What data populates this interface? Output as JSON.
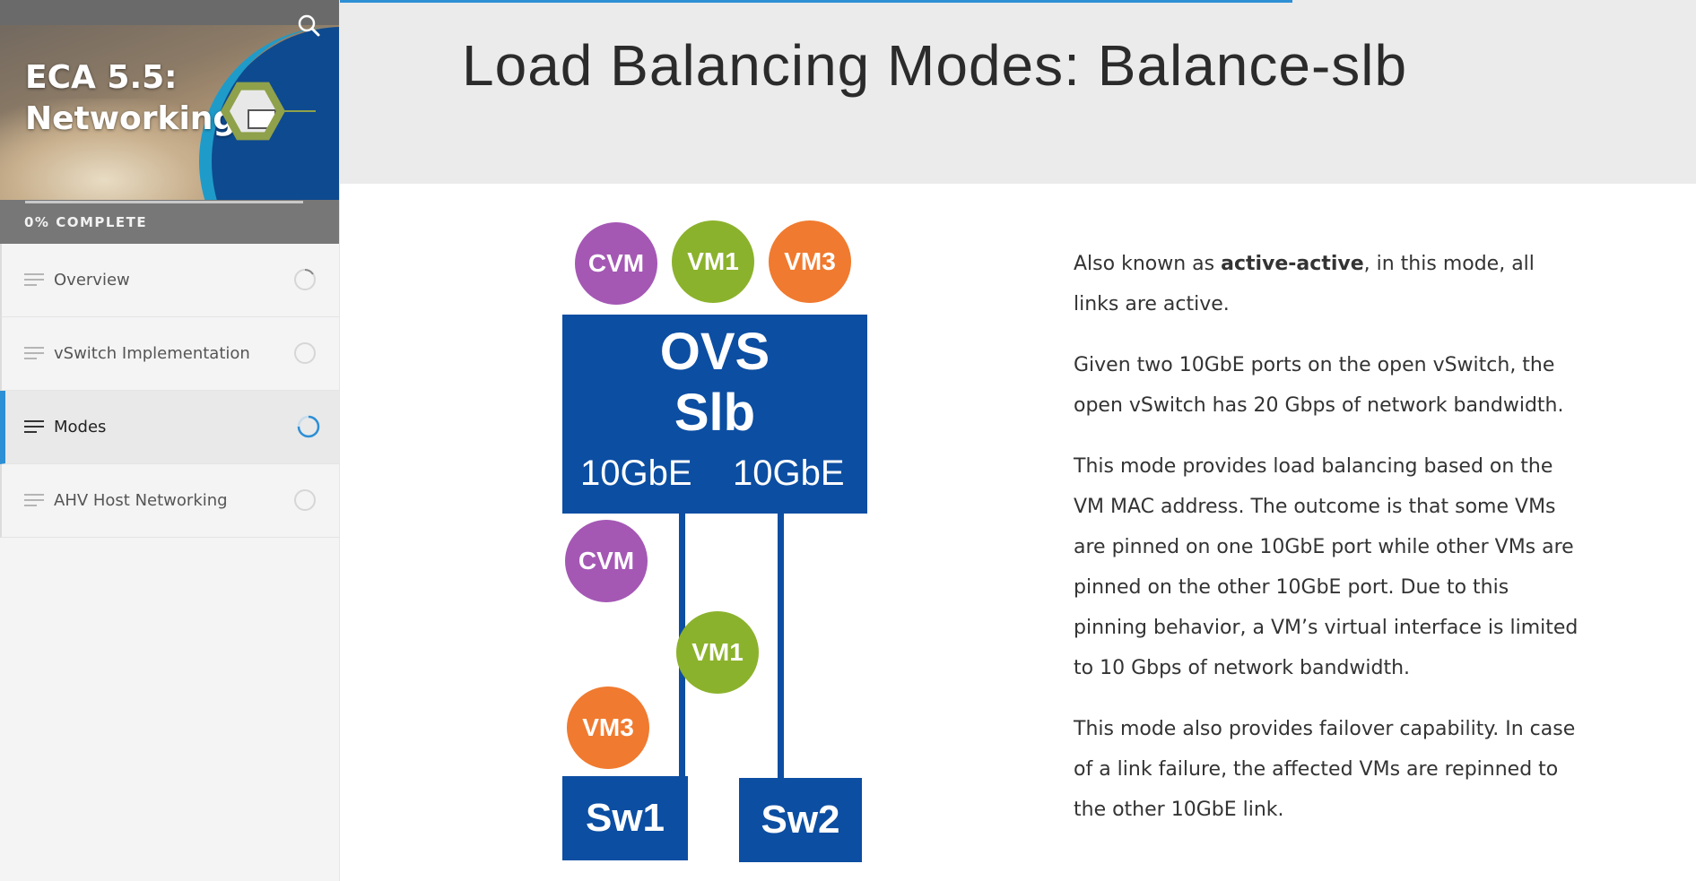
{
  "course": {
    "title": "ECA 5.5: Networking",
    "progress_label": "0% COMPLETE",
    "progress_value": 0
  },
  "icons": {
    "search": "search-icon",
    "menu": "menu-lines-icon",
    "status": "progress-ring-icon",
    "badge": "computer-network-icon"
  },
  "lessons": [
    {
      "label": "Overview",
      "state": "started",
      "active": false
    },
    {
      "label": "vSwitch Implementation",
      "state": "not-started",
      "active": false
    },
    {
      "label": "Modes",
      "state": "in-progress",
      "active": true
    },
    {
      "label": "AHV Host Networking",
      "state": "not-started",
      "active": false
    }
  ],
  "page": {
    "title": "Load Balancing Modes: Balance-slb"
  },
  "diagram": {
    "top_nodes": [
      "CVM",
      "VM1",
      "VM3"
    ],
    "ovs_line1": "OVS",
    "ovs_line2": "Slb",
    "port_left": "10GbE",
    "port_right": "10GbE",
    "pinned_left": [
      "CVM",
      "VM3"
    ],
    "pinned_right": [
      "VM1"
    ],
    "switch_left": "Sw1",
    "switch_right": "Sw2"
  },
  "body": {
    "p1_prefix": "Also known as ",
    "p1_bold": "active-active",
    "p1_suffix": ", in this mode, all links are active.",
    "p2": "Given two 10GbE ports on the open vSwitch, the open vSwitch has 20 Gbps of network bandwidth.",
    "p3": "This mode provides load balancing based on the VM MAC address. The outcome is that some VMs are pinned on one 10GbE port while other VMs are pinned on the other 10GbE port. Due to this pinning behavior, a VM’s virtual interface is limited to 10 Gbps of network bandwidth.",
    "p4": "This mode also provides failover capability. In case of a link failure, the affected VMs are repinned to the other 10GbE link."
  },
  "colors": {
    "accent": "#2d8fd4",
    "ovs_blue": "#0c4ea2",
    "cvm_purple": "#a458b4",
    "vm1_green": "#8bb22c",
    "vm3_orange": "#f07a2f"
  }
}
